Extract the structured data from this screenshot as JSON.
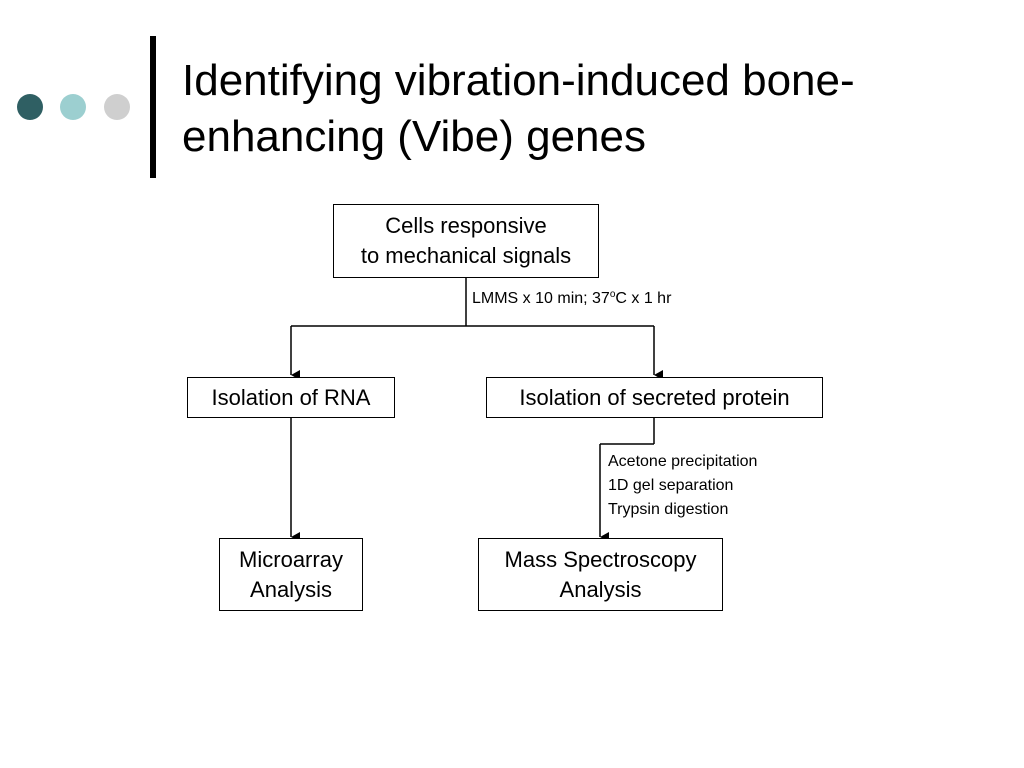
{
  "slide": {
    "title_line1": "Identifying vibration-induced bone-",
    "title_line2": "enhancing (Vibe) genes",
    "dots": [
      {
        "icon": "dark-teal-dot-icon",
        "color": "#2f5f63"
      },
      {
        "icon": "light-teal-dot-icon",
        "color": "#9ccfd0"
      },
      {
        "icon": "light-gray-dot-icon",
        "color": "#cfcfcf"
      }
    ]
  },
  "flowchart": {
    "top_box": {
      "line1": "Cells responsive",
      "line2": "to mechanical signals"
    },
    "treatment_label": {
      "prefix": "LMMS x 10 min; 37",
      "superscript": "o",
      "suffix": "C x 1 hr"
    },
    "rna_box": "Isolation of RNA",
    "protein_box": "Isolation of secreted protein",
    "protein_steps": [
      "Acetone precipitation",
      "1D gel separation",
      "Trypsin digestion"
    ],
    "microarray_box": {
      "line1": "Microarray",
      "line2": "Analysis"
    },
    "mass_spec_box": {
      "line1": "Mass Spectroscopy",
      "line2": "Analysis"
    }
  }
}
